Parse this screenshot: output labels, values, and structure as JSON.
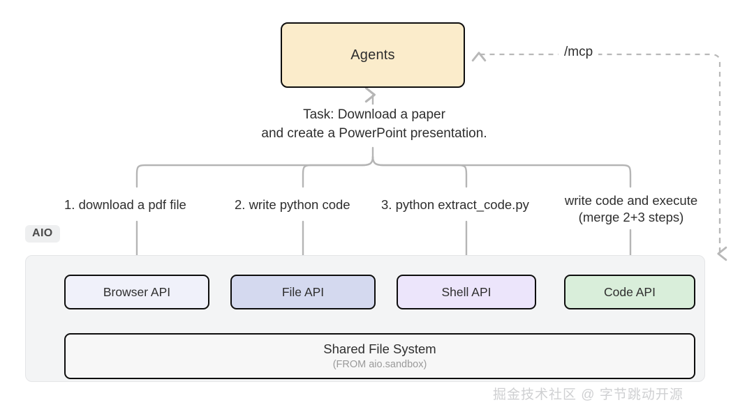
{
  "diagram": {
    "agents": {
      "label": "Agents"
    },
    "task": {
      "line1": "Task: Download a paper",
      "line2": "and create a PowerPoint presentation."
    },
    "mcp": {
      "label": "/mcp"
    },
    "steps": [
      {
        "label": "1. download a pdf file"
      },
      {
        "label": "2. write python code"
      },
      {
        "label": "3. python extract_code.py"
      },
      {
        "label": "write code and execute",
        "sub": "(merge 2+3 steps)"
      }
    ],
    "aio": {
      "tag": "AIO",
      "apis": [
        {
          "label": "Browser API",
          "color": "#f0f1fa"
        },
        {
          "label": "File API",
          "color": "#d4d9ef"
        },
        {
          "label": "Shell API",
          "color": "#ece5fb"
        },
        {
          "label": "Code API",
          "color": "#d9eeda"
        }
      ],
      "shared_file_system": {
        "title": "Shared File System",
        "subtitle": "(FROM aio.sandbox)"
      }
    },
    "watermark": "掘金技术社区 @ 字节跳动开源",
    "colors": {
      "agents_fill": "#fbeccb",
      "panel_fill": "#f3f4f5",
      "outline": "#0d0d0d",
      "connector": "#b5b5b5"
    }
  }
}
